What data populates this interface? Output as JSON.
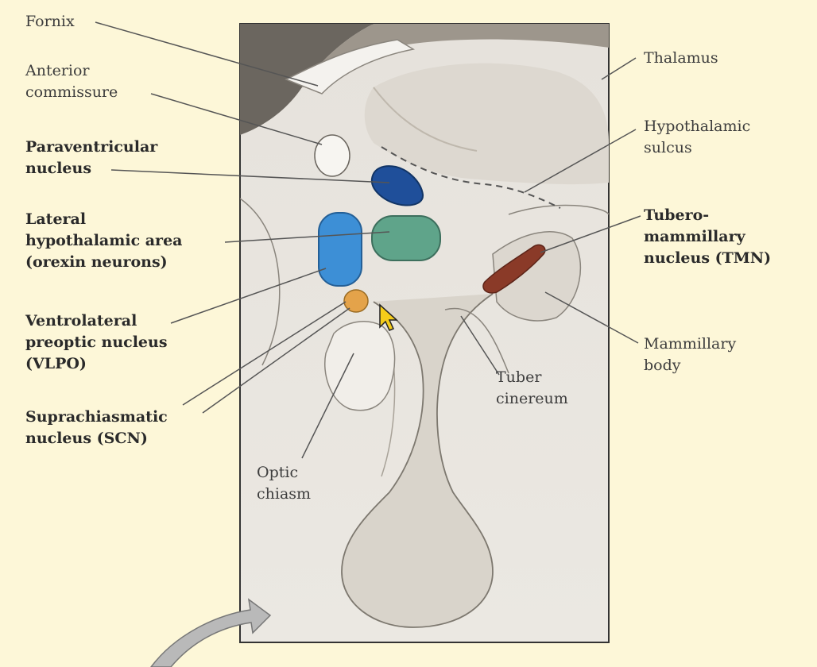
{
  "labels": {
    "fornix": [
      "Fornix"
    ],
    "anterior_commissure": [
      "Anterior",
      "commissure"
    ],
    "paraventricular": [
      "Paraventricular",
      "nucleus"
    ],
    "lateral_hypothalamic": [
      "Lateral",
      "hypothalamic area",
      "(orexin neurons)"
    ],
    "vlpo": [
      "Ventrolateral",
      "preoptic nucleus",
      "(VLPO)"
    ],
    "scn": [
      "Suprachiasmatic",
      "nucleus (SCN)"
    ],
    "optic_chiasm": [
      "Optic",
      "chiasm"
    ],
    "thalamus": [
      "Thalamus"
    ],
    "hypothalamic_sulcus": [
      "Hypothalamic",
      "sulcus"
    ],
    "tmn": [
      "Tubero-",
      "mammillary",
      "nucleus (TMN)"
    ],
    "mammillary_body": [
      "Mammillary",
      "body"
    ],
    "tuber_cinereum": [
      "Tuber",
      "cinereum"
    ]
  },
  "colors": {
    "background": "#fdf7d8",
    "panel": "#ece9e3",
    "paraventricular": "#1f4f9a",
    "lateral_hypothalamic": "#3d8fd6",
    "orexin_green": "#5fa48a",
    "vlpo": "#e4a34a",
    "tmn": "#8a3a28",
    "leader_line": "#555555"
  },
  "icons": {
    "cursor": "mouse-pointer-icon",
    "arrow": "curved-arrow-icon"
  }
}
